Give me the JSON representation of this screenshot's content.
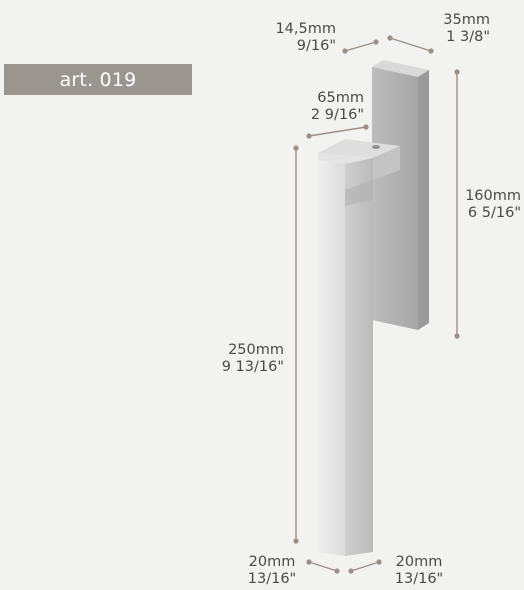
{
  "article": {
    "label": "art. 019"
  },
  "colors": {
    "background": "#f2f2f1",
    "badge": "#9b958f",
    "dimension_line": "#9a9088",
    "text": "#4a4a4a",
    "handle_light": "#e6e6e6",
    "handle_shadow": "#a9a9a9"
  },
  "dimensions": {
    "base_depth": {
      "mm": "14,5mm",
      "inch": "9/16\""
    },
    "base_width": {
      "mm": "35mm",
      "inch": "1 3/8\""
    },
    "projection": {
      "mm": "65mm",
      "inch": "2 9/16\""
    },
    "base_height": {
      "mm": "160mm",
      "inch": "6 5/16\""
    },
    "grip_length": {
      "mm": "250mm",
      "inch": "9 13/16\""
    },
    "grip_depth": {
      "mm": "20mm",
      "inch": "13/16\""
    },
    "grip_width": {
      "mm": "20mm",
      "inch": "13/16\""
    }
  }
}
